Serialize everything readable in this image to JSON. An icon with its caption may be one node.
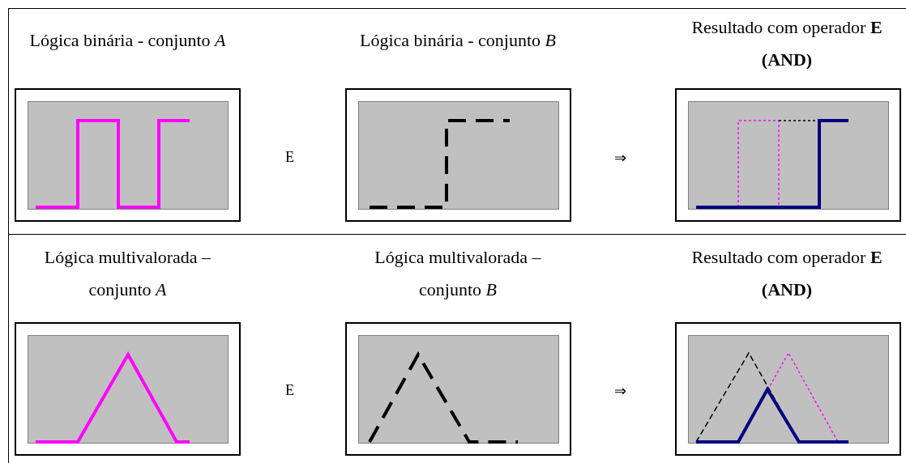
{
  "diagram": {
    "labels": [
      "Lógica binária - conjunto *A*",
      "Lógica binária - conjunto *B*",
      "Resultado com operador **E (AND)**",
      "E",
      "⇒",
      "Lógica multivalorada – conjunto *A*",
      "Lógica multivalorada – conjunto *B*",
      "Resultado com operador **E (AND)**",
      "E",
      "⇒"
    ]
  }
}
